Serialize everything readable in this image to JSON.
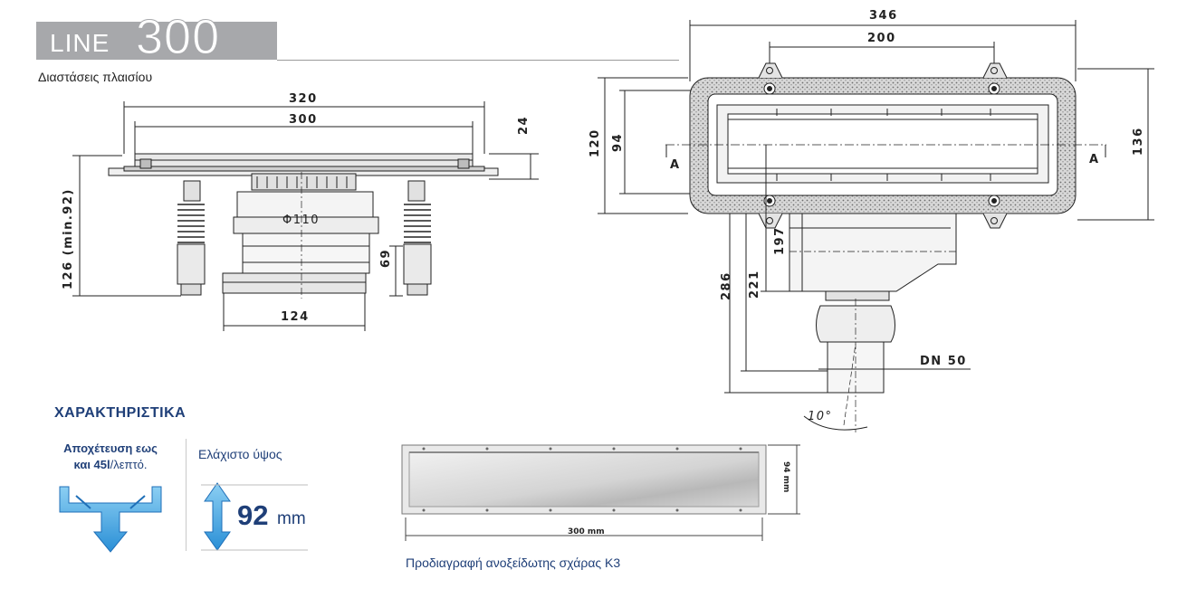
{
  "header": {
    "line_text": "LINE",
    "model_number": "300",
    "subtitle": "Διαστάσεις πλαισίου"
  },
  "front_view": {
    "dim_outer_width": "320",
    "dim_inner_width": "300",
    "dim_frame_height": "24",
    "dim_height": "126 (min.92)",
    "dim_pipe_diameter": "Φ110",
    "dim_body_height": "69",
    "dim_base_width": "124"
  },
  "top_view": {
    "dim_outer_length": "346",
    "dim_hole_spacing": "200",
    "dim_outer_height": "120",
    "dim_inner_height": "94",
    "dim_total_height": "136",
    "section_label_left": "A",
    "section_label_right": "A",
    "dim_depth_1": "197",
    "dim_depth_2": "221",
    "dim_depth_3": "286",
    "outlet_label": "DN 50",
    "angle_label": "10°"
  },
  "features": {
    "heading": "ΧΑΡΑΚΤΗΡΙΣΤΙΚΑ",
    "drain_line1": "Αποχέτευση εως",
    "drain_line2_bold": "και 45l",
    "drain_line2_rest": "/λεπτό.",
    "min_height_label": "Ελάχιστο ύψος",
    "min_height_value": "92",
    "min_height_unit": "mm"
  },
  "grate": {
    "width_label": "300 mm",
    "height_label": "94 mm",
    "caption": "Προδιαγραφή ανοξείδωτης σχάρας Κ3"
  },
  "colors": {
    "brand_blue": "#1f3f78",
    "arrow_blue": "#3aa0dd",
    "title_grey": "#a7a8ab"
  }
}
